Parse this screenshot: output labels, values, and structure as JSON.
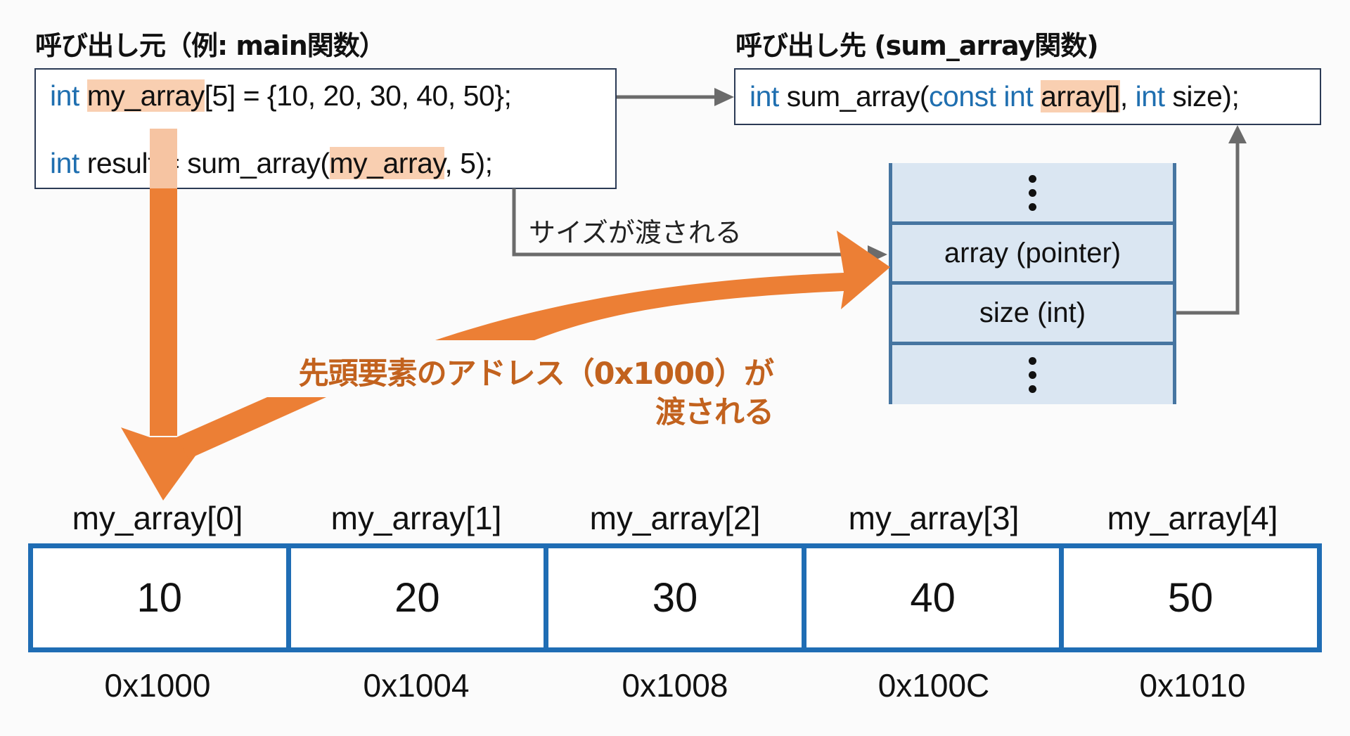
{
  "caller": {
    "title": "呼び出し元（例: main関数）",
    "line1": {
      "kw": "int",
      "var": "my_array",
      "rest": "[5] = {10, 20, 30, 40, 50};"
    },
    "line2": {
      "kw": "int",
      "pre": "result = sum_array(",
      "arg": "my_array",
      "rest": ", 5);"
    }
  },
  "callee": {
    "title": "呼び出し先 (sum_array関数)",
    "signature": {
      "kw1": "int",
      "name": "sum_array(",
      "kw2": "const int",
      "param1": "array[]",
      "sep": ",",
      "kw3": "int",
      "param2": "size);"
    }
  },
  "stack": {
    "rows": [
      {
        "type": "ellipsis"
      },
      {
        "label": "array (pointer)"
      },
      {
        "label": "size (int)"
      },
      {
        "type": "ellipsis"
      }
    ]
  },
  "annotations": {
    "size_passed": "サイズが渡される",
    "address_passed_line1": "先頭要素のアドレス（0x1000）が",
    "address_passed_line2": "渡される"
  },
  "array": {
    "elements": [
      {
        "label": "my_array[0]",
        "value": "10",
        "address": "0x1000"
      },
      {
        "label": "my_array[1]",
        "value": "20",
        "address": "0x1004"
      },
      {
        "label": "my_array[2]",
        "value": "30",
        "address": "0x1008"
      },
      {
        "label": "my_array[3]",
        "value": "40",
        "address": "0x100C"
      },
      {
        "label": "my_array[4]",
        "value": "50",
        "address": "0x1010"
      }
    ]
  },
  "colors": {
    "keyword": "#1f6fb0",
    "highlight": "#f9cfb1",
    "orange_arrow": "#ec7f35",
    "orange_text": "#c2621e",
    "array_border": "#1f6db4",
    "stack_fill": "#dae6f2",
    "stack_border": "#4675a1",
    "connector_gray": "#6b6b6b"
  }
}
